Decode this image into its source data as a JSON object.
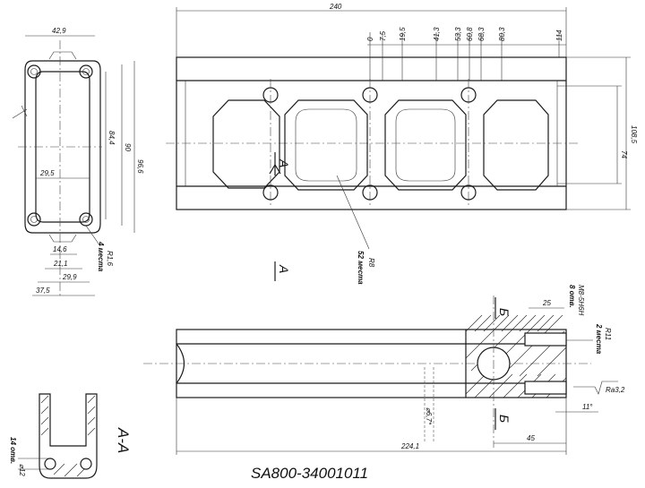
{
  "title_block": {
    "part_number": "SA800-34001011"
  },
  "section_label": "A-A",
  "cut_markers": {
    "a": "A",
    "b": "Б"
  },
  "dimensions": {
    "overall_length": "240",
    "ordinates": [
      "0",
      "7,5",
      "19,5",
      "41,3",
      "53,3",
      "60,8",
      "68,3",
      "80,3",
      "114"
    ],
    "height_outer": "108,5",
    "height_inner": "74",
    "end_width": "42,9",
    "end_h1": "84,4",
    "end_h2": "90",
    "end_h3": "96,6",
    "end_w_inner": "29,5",
    "end_w_14": "14,6",
    "end_w_21": "21,1",
    "end_w_29": "29,9",
    "end_w_37": "37,5",
    "r16": "R1,6",
    "r16_note": "4 места",
    "r8": "R8",
    "r8_note": "52 места",
    "side_25": "25",
    "m8": "M8-5H6H",
    "m8_note": "8 отв.",
    "r11": "R11",
    "r11_note": "2 места",
    "angle": "11°",
    "hole_diam": "⌀6,7*",
    "length_224": "224,1",
    "length_45": "45",
    "ra": "Ra3,2",
    "sect_diam": "⌀12",
    "sect_note": "14 отв."
  }
}
